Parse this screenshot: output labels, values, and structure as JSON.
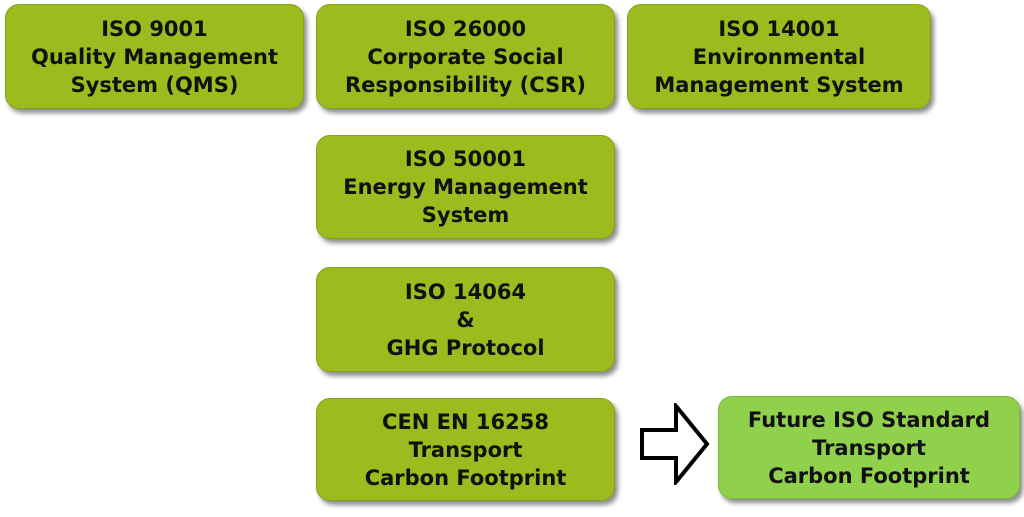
{
  "boxes": {
    "iso9001": {
      "lines": [
        "ISO 9001",
        "Quality Management",
        "System (QMS)"
      ]
    },
    "iso26000": {
      "lines": [
        "ISO 26000",
        "Corporate Social",
        "Responsibility (CSR)"
      ]
    },
    "iso14001": {
      "lines": [
        "ISO 14001",
        "Environmental",
        "Management System"
      ]
    },
    "iso50001": {
      "lines": [
        "ISO 50001",
        "Energy Management",
        "System"
      ]
    },
    "iso14064": {
      "lines": [
        "ISO 14064",
        "&",
        "GHG Protocol"
      ]
    },
    "cen16258": {
      "lines": [
        "CEN EN 16258",
        "Transport",
        "Carbon Footprint"
      ]
    },
    "future": {
      "lines": [
        "Future ISO Standard",
        "Transport",
        "Carbon Footprint"
      ]
    }
  },
  "arrow": {
    "icon": "right-arrow-outline-icon"
  },
  "colors": {
    "box_fill": "#9bbb1f",
    "future_fill": "#8fd14a",
    "text": "#111111",
    "arrow_fill": "#ffffff",
    "arrow_stroke": "#000000"
  }
}
